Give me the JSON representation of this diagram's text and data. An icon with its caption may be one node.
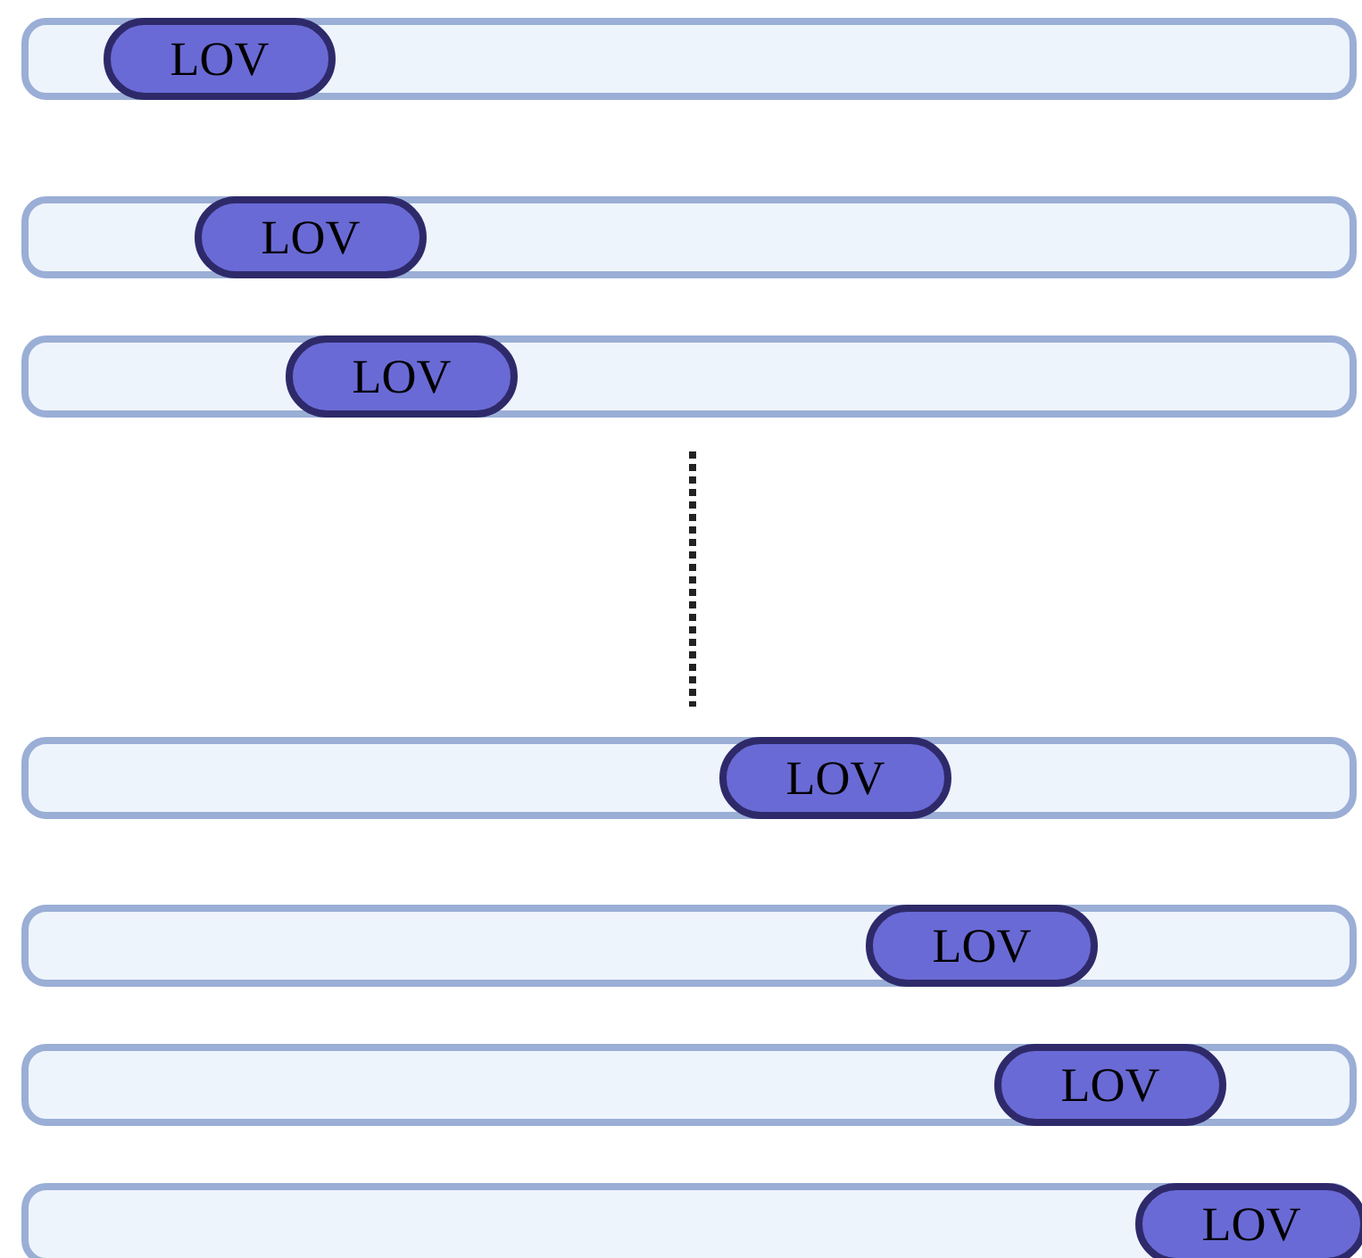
{
  "diagram": {
    "nodes": [
      {
        "text": [],
        "shape": "bar"
      },
      {
        "text": [
          "LOV"
        ],
        "in": 0
      },
      {
        "text": [],
        "shape": "bar"
      },
      {
        "text": [
          "LOV"
        ],
        "in": 2
      },
      {
        "text": [],
        "shape": "bar"
      },
      {
        "text": [
          "LOV"
        ],
        "in": 4
      },
      {
        "text": [],
        "shape": "bar"
      },
      {
        "text": [
          "LOV"
        ],
        "in": 6
      },
      {
        "text": [],
        "shape": "bar"
      },
      {
        "text": [
          "LOV"
        ],
        "in": 8
      },
      {
        "text": [],
        "shape": "bar"
      },
      {
        "text": [
          "LOV"
        ],
        "in": 10
      },
      {
        "text": [],
        "shape": "bar"
      },
      {
        "text": [
          "LOV"
        ],
        "in": 12
      }
    ]
  }
}
